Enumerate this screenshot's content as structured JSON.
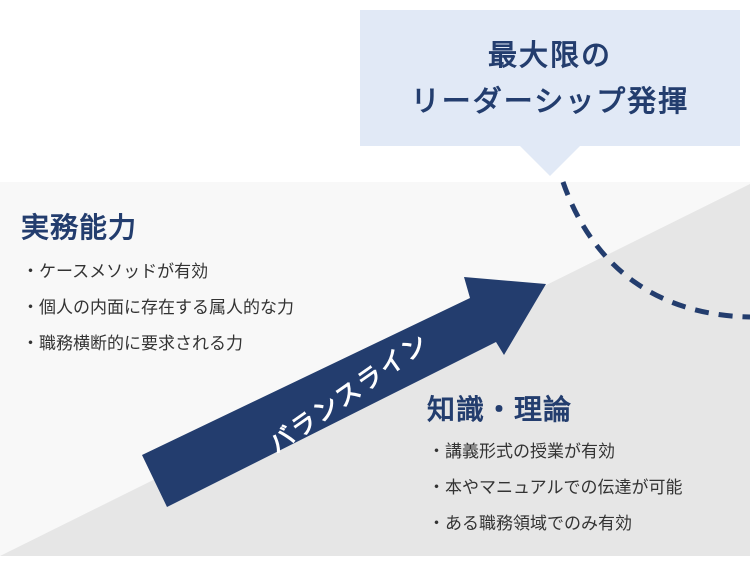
{
  "callout": {
    "line1": "最大限の",
    "line2": "リーダーシップ発揮"
  },
  "practical": {
    "title": "実務能力",
    "items": [
      "ケースメソッドが有効",
      "個人の内面に存在する属人的な力",
      "職務横断的に要求される力"
    ]
  },
  "knowledge": {
    "title": "知識・理論",
    "items": [
      "講義形式の授業が有効",
      "本やマニュアルでの伝達が可能",
      "ある職務領域でのみ有効"
    ]
  },
  "arrow": {
    "label": "バランスライン"
  },
  "colors": {
    "navy": "#233d6e",
    "callout_bg": "#e1e9f6",
    "light_bg": "#f8f8f8",
    "dark_bg": "#e6e6e6"
  }
}
